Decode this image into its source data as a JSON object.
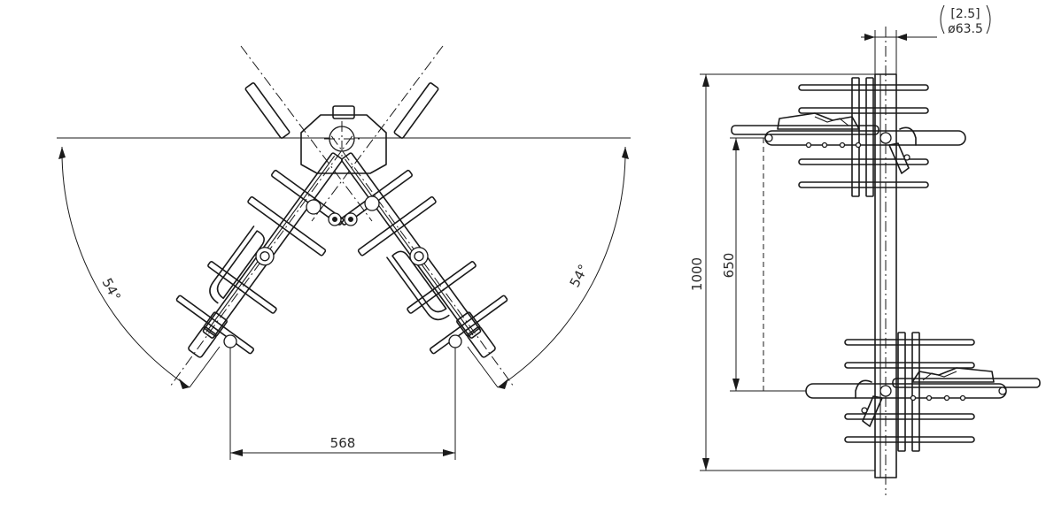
{
  "top_view": {
    "angle_left": "54°",
    "angle_right": "54°",
    "width_dim": "568"
  },
  "side_view": {
    "height_total": "1000",
    "height_lower": "650",
    "pipe_wall": "[2.5]",
    "pipe_diameter": "ø63.5"
  }
}
